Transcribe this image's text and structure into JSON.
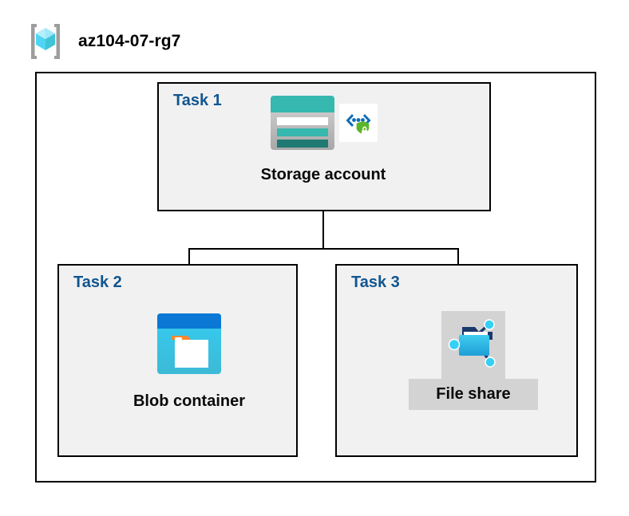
{
  "header": {
    "icon": "resource-group-icon",
    "title": "az104-07-rg7"
  },
  "diagram": {
    "container_name": "resource-group-container",
    "tasks": [
      {
        "id": "task1",
        "label": "Task 1",
        "node": {
          "caption": "Storage account",
          "icon": "storage-account-icon",
          "badge_icon": "secure-endpoint-shield-icon",
          "selected": false
        }
      },
      {
        "id": "task2",
        "label": "Task 2",
        "node": {
          "caption": "Blob container",
          "icon": "blob-container-icon",
          "selected": false
        }
      },
      {
        "id": "task3",
        "label": "Task 3",
        "node": {
          "caption": "File share",
          "icon": "file-share-icon",
          "selected": true
        }
      }
    ],
    "connections": [
      {
        "from": "task1",
        "to": "task2"
      },
      {
        "from": "task1",
        "to": "task3"
      }
    ]
  },
  "colors": {
    "task_label": "#11558f",
    "box_fill": "#f1f1f1",
    "box_border": "#000000",
    "canvas": "#ffffff",
    "selection_highlight": "#d3d3d3",
    "storage_teal": "#37b8ae",
    "storage_teal_dark": "#1f7a73",
    "blob_blue": "#0a78d4",
    "blob_cyan": "#35c9ee",
    "blob_tag_orange": "#f7882f",
    "fileshare_cyan": "#32bde8",
    "fileshare_navy": "#1b3a6b",
    "shield_green": "#5bb52b",
    "chevron_blue": "#0e6cb6",
    "cube_light": "#9fe8fb",
    "cube_mid": "#4fd5f3",
    "cube_dark": "#3fc4d6",
    "bracket_gray": "#9d9d9d"
  }
}
